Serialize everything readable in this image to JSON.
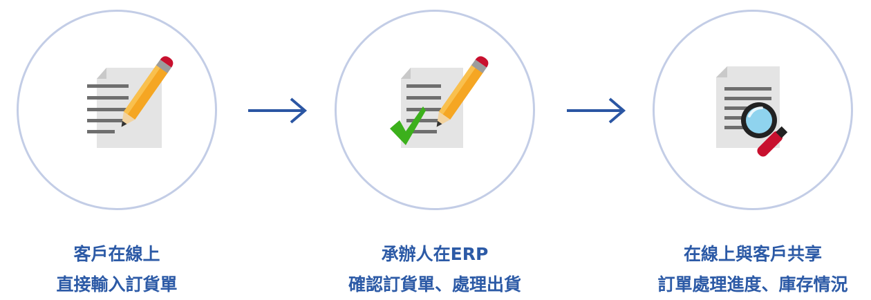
{
  "steps": [
    {
      "id": "step-1",
      "icon": "document-pencil-icon",
      "line1": "客戶在線上",
      "line2": "直接輸入訂貨單"
    },
    {
      "id": "step-2",
      "icon": "document-pencil-check-icon",
      "line1": "承辦人在ERP",
      "line2": "確認訂貨單、處理出貨"
    },
    {
      "id": "step-3",
      "icon": "document-magnifier-icon",
      "line1": "在線上與客戶共享",
      "line2": "訂單處理進度、庫存情況"
    }
  ],
  "arrows": [
    "arrow-right-icon",
    "arrow-right-icon"
  ],
  "colors": {
    "circle_border": "#c3cde6",
    "caption_text": "#2c5aa6",
    "arrow": "#2b56a3",
    "paper": "#e4e4e4",
    "paper_lines": "#6e6e6e",
    "pencil_body": "#f5a623",
    "pencil_tip": "#c8102e",
    "check": "#3cb01c",
    "magnifier_frame": "#222222",
    "magnifier_lens": "#8fd3ee",
    "magnifier_handle": "#c8102e"
  }
}
